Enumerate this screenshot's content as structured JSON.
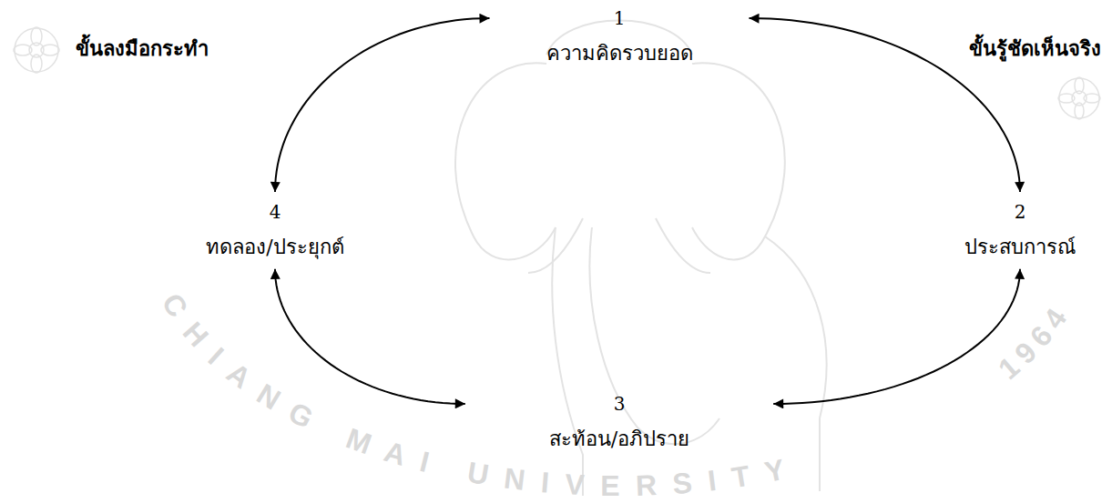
{
  "diagram": {
    "nodes": [
      {
        "text": [
          "1",
          "ความคิดรวบยอด"
        ]
      },
      {
        "text": [
          "2",
          "ประสบการณ์"
        ]
      },
      {
        "text": [
          "3",
          "สะท้อน/อภิปราย"
        ]
      },
      {
        "text": [
          "4",
          "ทดลอง/ประยุกต์"
        ]
      }
    ],
    "edges": [
      {
        "from": 0,
        "to": 1,
        "arrow": "both"
      },
      {
        "from": 1,
        "to": 2,
        "arrow": "both"
      },
      {
        "from": 2,
        "to": 3,
        "arrow": "both"
      },
      {
        "from": 3,
        "to": 0,
        "arrow": "both"
      }
    ],
    "labels": [
      "ขั้นลงมือกระทำ",
      "ขั้นรู้ชัดเห็นจริง",
      "CHIANG MAI UNIVERSITY",
      "1964"
    ]
  }
}
